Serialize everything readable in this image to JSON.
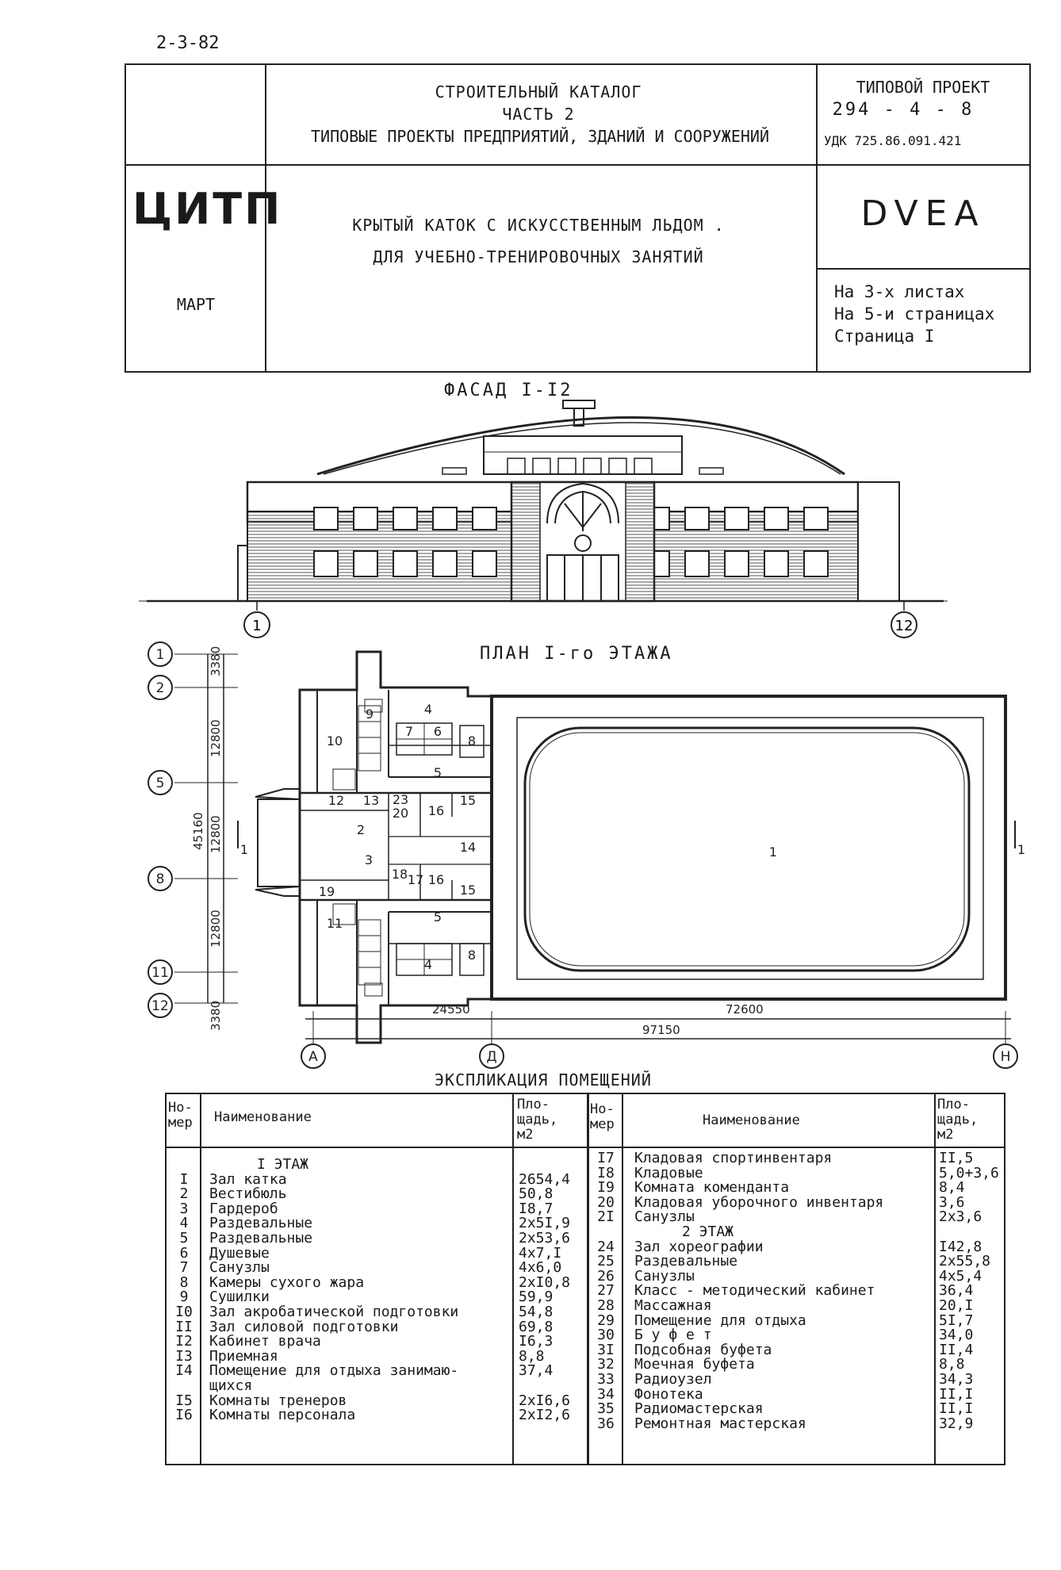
{
  "sheet_code": "2-3-82",
  "title_block": {
    "catalog_line1": "СТРОИТЕЛЬНЫЙ КАТАЛОГ",
    "catalog_line2": "ЧАСТЬ 2",
    "catalog_line3": "ТИПОВЫЕ ПРОЕКТЫ ПРЕДПРИЯТИЙ, ЗДАНИЙ И СООРУЖЕНИЙ",
    "typical_project_label": "ТИПОВОЙ ПРОЕКТ",
    "typical_project_number": "294 - 4 - 8",
    "udk": "УДК 725.86.091.421",
    "organization": "ЦИТП",
    "month": "МАРТ",
    "project_title_line1": "КРЫТЫЙ КАТОК С ИСКУССТВЕННЫМ ЛЬДОМ .",
    "project_title_line2": "ДЛЯ УЧЕБНО-ТРЕНИРОВОЧНЫХ ЗАНЯТИЙ",
    "code": "DVEA",
    "sheets_line1": "На 3-х листах",
    "sheets_line2": "На 5-и страницах",
    "sheets_line3": "Страница I"
  },
  "facade": {
    "title": "ФАСАД I-I2",
    "axis_left": "1",
    "axis_right": "12"
  },
  "plan": {
    "title": "ПЛАН I-го ЭТАЖА",
    "axes_rows": [
      "1",
      "2",
      "5",
      "8",
      "11",
      "12"
    ],
    "axes_cols": [
      "А",
      "Д",
      "Н"
    ],
    "dims_vertical": [
      "3380",
      "12800",
      "12800",
      "12800",
      "3380"
    ],
    "dim_total_vertical": "45160",
    "dims_horizontal": [
      "24550",
      "72600"
    ],
    "dim_total_horizontal": "97150",
    "section_mark": "1",
    "rooms": [
      "1",
      "2",
      "3",
      "4",
      "5",
      "6",
      "7",
      "8",
      "9",
      "10",
      "11",
      "12",
      "13",
      "14",
      "15",
      "16",
      "17",
      "18",
      "19",
      "20",
      "23"
    ]
  },
  "explication": {
    "title": "ЭКСПЛИКАЦИЯ ПОМЕЩЕНИЙ",
    "headers": {
      "num": "Но-\nмер",
      "name": "Наименование",
      "area": "Пло-\nщадь,\nм2"
    },
    "left": [
      {
        "num": "",
        "name": "I ЭТАЖ",
        "area": ""
      },
      {
        "num": "I",
        "name": "Зал катка",
        "area": "2654,4"
      },
      {
        "num": "2",
        "name": "Вестибюль",
        "area": "50,8"
      },
      {
        "num": "3",
        "name": "Гардероб",
        "area": "I8,7"
      },
      {
        "num": "4",
        "name": "Раздевальные",
        "area": "2x5I,9"
      },
      {
        "num": "5",
        "name": "Раздевальные",
        "area": "2x53,6"
      },
      {
        "num": "6",
        "name": "Душевые",
        "area": "4x7,I"
      },
      {
        "num": "7",
        "name": "Санузлы",
        "area": "4x6,0"
      },
      {
        "num": "8",
        "name": "Камеры сухого жара",
        "area": "2xI0,8"
      },
      {
        "num": "9",
        "name": "Сушилки",
        "area": "59,9"
      },
      {
        "num": "I0",
        "name": "Зал акробатической подготовки",
        "area": "54,8"
      },
      {
        "num": "II",
        "name": "Зал силовой подготовки",
        "area": "69,8"
      },
      {
        "num": "I2",
        "name": "Кабинет врача",
        "area": "I6,3"
      },
      {
        "num": "I3",
        "name": "Приемная",
        "area": "8,8"
      },
      {
        "num": "I4",
        "name": "Помещение для отдыха занимаю-\nщихся",
        "area": "37,4"
      },
      {
        "num": "I5",
        "name": "Комнаты тренеров",
        "area": "2xI6,6"
      },
      {
        "num": "I6",
        "name": "Комнаты персонала",
        "area": "2xI2,6"
      }
    ],
    "right": [
      {
        "num": "I7",
        "name": "Кладовая спортинвентаря",
        "area": "II,5"
      },
      {
        "num": "I8",
        "name": "Кладовые",
        "area": "5,0+3,6"
      },
      {
        "num": "I9",
        "name": "Комната коменданта",
        "area": "8,4"
      },
      {
        "num": "20",
        "name": "Кладовая уборочного инвентаря",
        "area": "3,6"
      },
      {
        "num": "2I",
        "name": "Санузлы",
        "area": "2x3,6"
      },
      {
        "num": "",
        "name": "2 ЭТАЖ",
        "area": ""
      },
      {
        "num": "24",
        "name": "Зал хореографии",
        "area": "I42,8"
      },
      {
        "num": "25",
        "name": "Раздевальные",
        "area": "2x55,8"
      },
      {
        "num": "26",
        "name": "Санузлы",
        "area": "4x5,4"
      },
      {
        "num": "27",
        "name": "Класс - методический кабинет",
        "area": "36,4"
      },
      {
        "num": "28",
        "name": "Массажная",
        "area": "20,I"
      },
      {
        "num": "29",
        "name": "Помещение для отдыха",
        "area": "5I,7"
      },
      {
        "num": "30",
        "name": "Б у ф е т",
        "area": "34,0"
      },
      {
        "num": "3I",
        "name": "Подсобная буфета",
        "area": "II,4"
      },
      {
        "num": "32",
        "name": "Моечная буфета",
        "area": "8,8"
      },
      {
        "num": "33",
        "name": "Радиоузел",
        "area": "34,3"
      },
      {
        "num": "34",
        "name": "Фонотека",
        "area": "II,I"
      },
      {
        "num": "35",
        "name": "Радиомастерская",
        "area": "II,I"
      },
      {
        "num": "36",
        "name": "Ремонтная мастерская",
        "area": "32,9"
      }
    ]
  }
}
